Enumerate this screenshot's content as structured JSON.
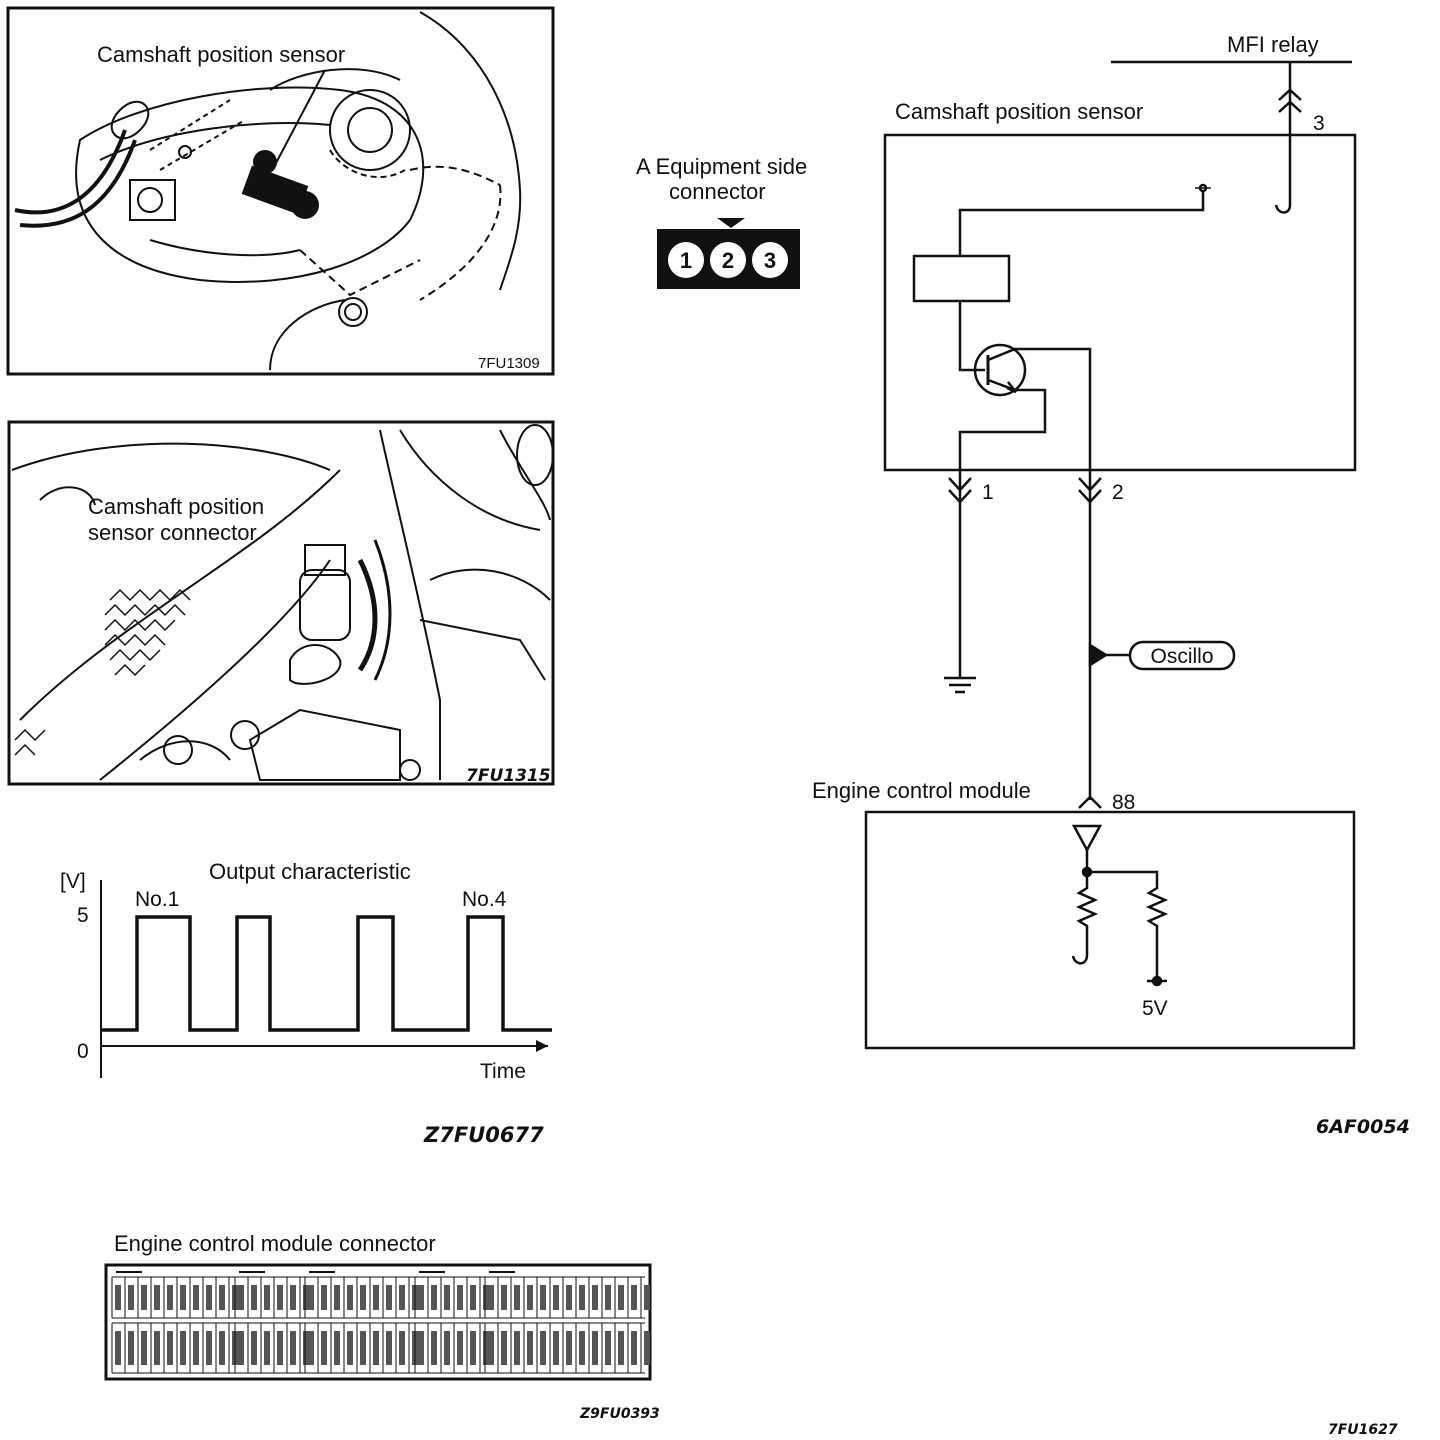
{
  "photo1": {
    "label": "Camshaft position sensor",
    "code": "7FU1309"
  },
  "photo2": {
    "label_line1": "Camshaft  position",
    "label_line2": "sensor connector",
    "code": "7FU1315"
  },
  "connector_a": {
    "label_line1": "A  Equipment side",
    "label_line2": "connector",
    "pins": [
      "1",
      "2",
      "3"
    ]
  },
  "waveform": {
    "title": "Output characteristic",
    "y_unit": "[V]",
    "y_top": "5",
    "y_zero": "0",
    "x_label": "Time",
    "pulse_first": "No.1",
    "pulse_last": "No.4",
    "code": "Z7FU0677"
  },
  "schematic": {
    "relay_label": "MFI relay",
    "sensor_label": "Camshaft position sensor",
    "pin3": "3",
    "pin1": "1",
    "pin2": "2",
    "oscillo": "Oscillo",
    "ecm_label": "Engine control module",
    "pin88": "88",
    "supply": "5V",
    "code": "6AF0054"
  },
  "ecm_connector": {
    "label": "Engine control module connector",
    "code": "Z9FU0393"
  },
  "page_code": "7FU1627",
  "colors": {
    "ink": "#111111",
    "paper": "#ffffff"
  }
}
